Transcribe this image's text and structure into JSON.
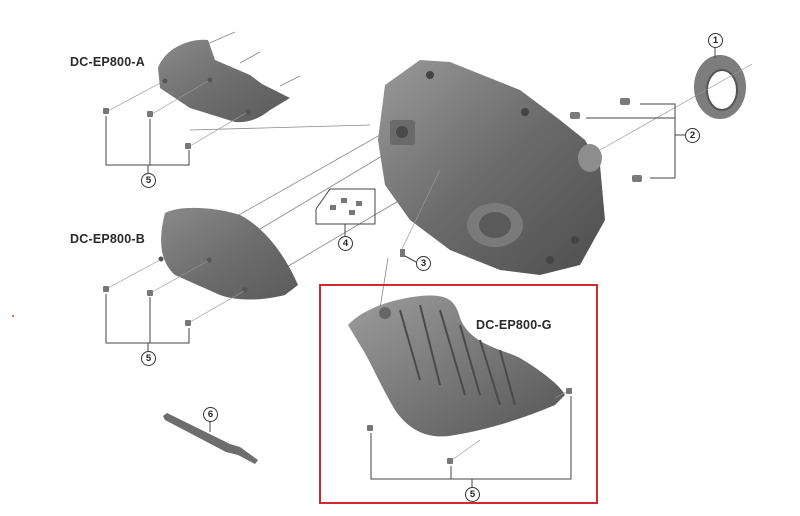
{
  "diagram": {
    "type": "exploded-parts-view",
    "parts": [
      {
        "id": "A",
        "label": "DC-EP800-A",
        "kind": "side-cover"
      },
      {
        "id": "B",
        "label": "DC-EP800-B",
        "kind": "side-cover"
      },
      {
        "id": "G",
        "label": "DC-EP800-G",
        "kind": "bottom-cover",
        "highlighted": true
      }
    ],
    "callouts": [
      {
        "num": "1",
        "desc": "lock-ring"
      },
      {
        "num": "2",
        "desc": "mounting-bolts"
      },
      {
        "num": "3",
        "desc": "small-screw"
      },
      {
        "num": "4",
        "desc": "connector-screws-set"
      },
      {
        "num": "5",
        "desc": "cover-screws"
      },
      {
        "num": "6",
        "desc": "tool"
      }
    ],
    "callout_5_label": "5",
    "highlight_color": "#cf2a2f"
  }
}
